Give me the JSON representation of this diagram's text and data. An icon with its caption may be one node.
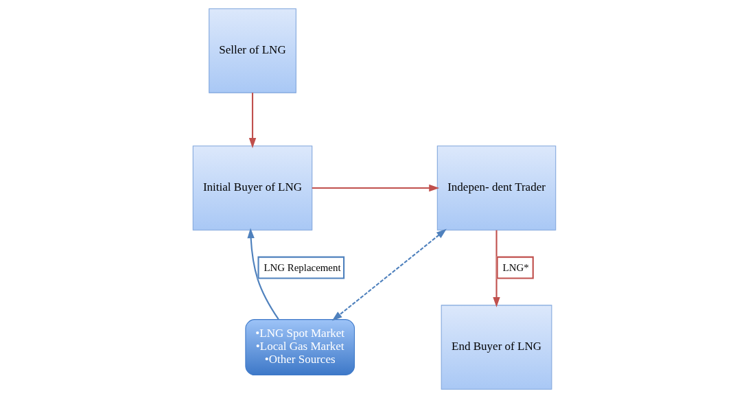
{
  "diagram": {
    "nodes": [
      {
        "text": [
          "Initial Buyer of LNG"
        ]
      },
      {
        "text": [
          "Indepen- dent Trader"
        ]
      },
      {
        "text": [
          "•LNG Spot Market",
          "•Local Gas Market",
          "•Other Sources"
        ]
      },
      {
        "text": [
          "Seller of LNG"
        ]
      },
      {
        "text": [
          "End Buyer of LNG"
        ]
      }
    ],
    "edges": [
      {
        "from": 2,
        "to": 0,
        "arrow": "to",
        "label": "LNG Replacement",
        "color": "#4f81bd"
      },
      {
        "from": 0,
        "to": 1,
        "arrow": "to"
      },
      {
        "from": 1,
        "to": 2,
        "arrow": "both",
        "style": "dashed",
        "color": "#4f81bd"
      },
      {
        "from": 3,
        "to": 0,
        "arrow": "to"
      },
      {
        "from": 1,
        "to": 4,
        "arrow": "to",
        "label": "LNG*"
      }
    ]
  }
}
